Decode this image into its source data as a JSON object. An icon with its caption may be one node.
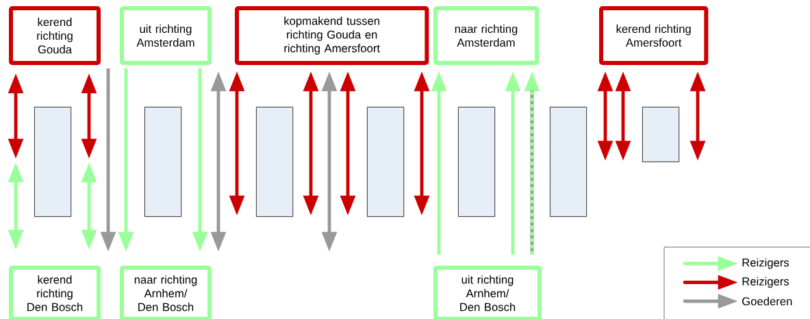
{
  "diagram": {
    "nodes": [
      {
        "text": [
          "kerend richting Gouda"
        ]
      },
      {
        "text": [
          "uit richting Amsterdam"
        ]
      },
      {
        "text": [
          "kopmakend tussen richting Gouda en richting Amersfoort"
        ]
      },
      {
        "text": [
          "naar richting Amsterdam"
        ]
      },
      {
        "text": [
          "kerend richting Amersfoort"
        ]
      },
      {
        "text": [
          "kerend richting Den Bosch"
        ]
      },
      {
        "text": [
          "naar richting Arnhem/ Den Bosch"
        ]
      },
      {
        "text": [
          "uit richting Arnhem/ Den Bosch"
        ]
      },
      {
        "text": [],
        "shape": "box"
      },
      {
        "text": [],
        "shape": "box"
      },
      {
        "text": [],
        "shape": "box"
      },
      {
        "text": [],
        "shape": "box"
      },
      {
        "text": [],
        "shape": "box"
      },
      {
        "text": [],
        "shape": "box"
      },
      {
        "text": [],
        "shape": "box"
      }
    ],
    "legend": [
      {
        "text": "Reizigers"
      },
      {
        "text": "Reizigers"
      },
      {
        "text": "Goederen"
      }
    ]
  }
}
